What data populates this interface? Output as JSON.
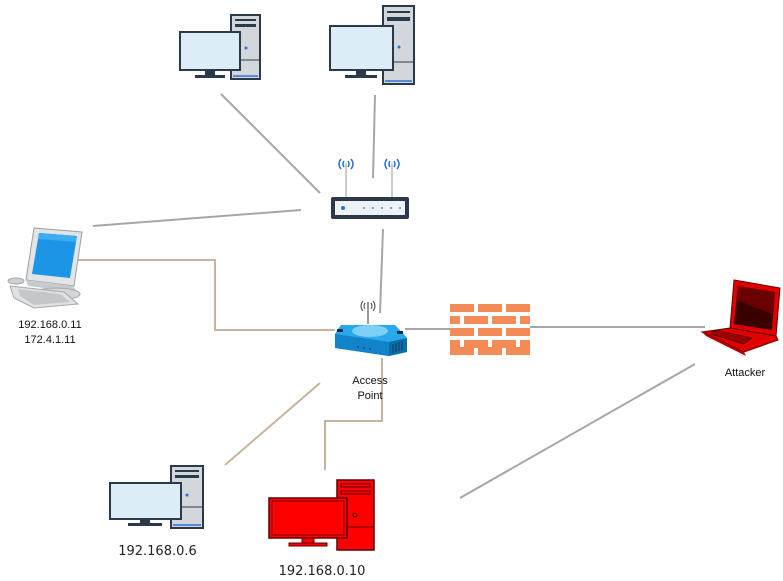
{
  "diagram": {
    "type": "network-topology",
    "colors": {
      "wired_link": "#a6a6a6",
      "wireless_link": "#c7b39f",
      "attacker": "#e00000",
      "firewall": "#f28b55",
      "access_point": "#1a9ee0",
      "workstation_screen": "#dcedf8",
      "workstation_frame": "#2b3a4a"
    },
    "nodes": [
      {
        "id": "pc-top-left",
        "kind": "desktop",
        "label": ""
      },
      {
        "id": "pc-top-right",
        "kind": "desktop",
        "label": ""
      },
      {
        "id": "router",
        "kind": "wireless-router",
        "label": ""
      },
      {
        "id": "laptop-left",
        "kind": "workstation",
        "label_lines": [
          "192.168.0.11",
          "172.4.1.11"
        ]
      },
      {
        "id": "access-point",
        "kind": "access-point",
        "label_lines": [
          "Access",
          "Point"
        ]
      },
      {
        "id": "firewall",
        "kind": "firewall",
        "label": ""
      },
      {
        "id": "attacker",
        "kind": "laptop-compromised",
        "label": "Attacker"
      },
      {
        "id": "pc-bottom-left",
        "kind": "desktop",
        "label": "192.168.0.6"
      },
      {
        "id": "pc-bottom-red",
        "kind": "desktop-compromised",
        "label": "192.168.0.10"
      }
    ],
    "edges": [
      {
        "from": "pc-top-left",
        "to": "router",
        "style": "wired"
      },
      {
        "from": "pc-top-right",
        "to": "router",
        "style": "wired"
      },
      {
        "from": "laptop-left",
        "to": "router",
        "style": "wired"
      },
      {
        "from": "router",
        "to": "access-point",
        "style": "wired"
      },
      {
        "from": "laptop-left",
        "to": "access-point",
        "style": "wireless"
      },
      {
        "from": "access-point",
        "to": "pc-bottom-left",
        "style": "wireless"
      },
      {
        "from": "access-point",
        "to": "pc-bottom-red",
        "style": "wireless"
      },
      {
        "from": "access-point",
        "to": "attacker",
        "style": "wired",
        "via": "firewall"
      },
      {
        "from": "attacker",
        "to": "pc-bottom-red",
        "style": "wired"
      }
    ]
  }
}
